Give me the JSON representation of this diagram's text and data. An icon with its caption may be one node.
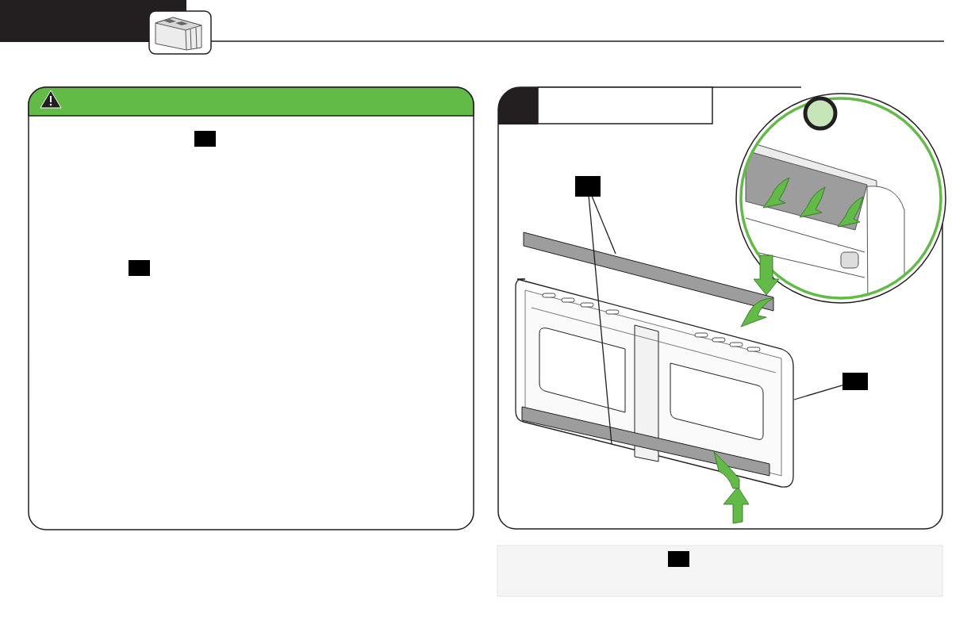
{
  "diagram": {
    "nodes": [
      {
        "text": [],
        "shape": "box"
      },
      {
        "text": [],
        "shape": "bar"
      },
      {
        "text": [],
        "shape": "bar",
        "in": 4
      },
      {
        "text": [],
        "shape": "box"
      },
      {
        "text": [],
        "shape": "picture"
      }
    ],
    "edges": [
      {
        "from": 0,
        "to": 1,
        "arrow": "none"
      },
      {
        "from": 0,
        "to": 2,
        "arrow": "none"
      },
      {
        "from": 3,
        "to": 4,
        "arrow": "none"
      }
    ]
  }
}
